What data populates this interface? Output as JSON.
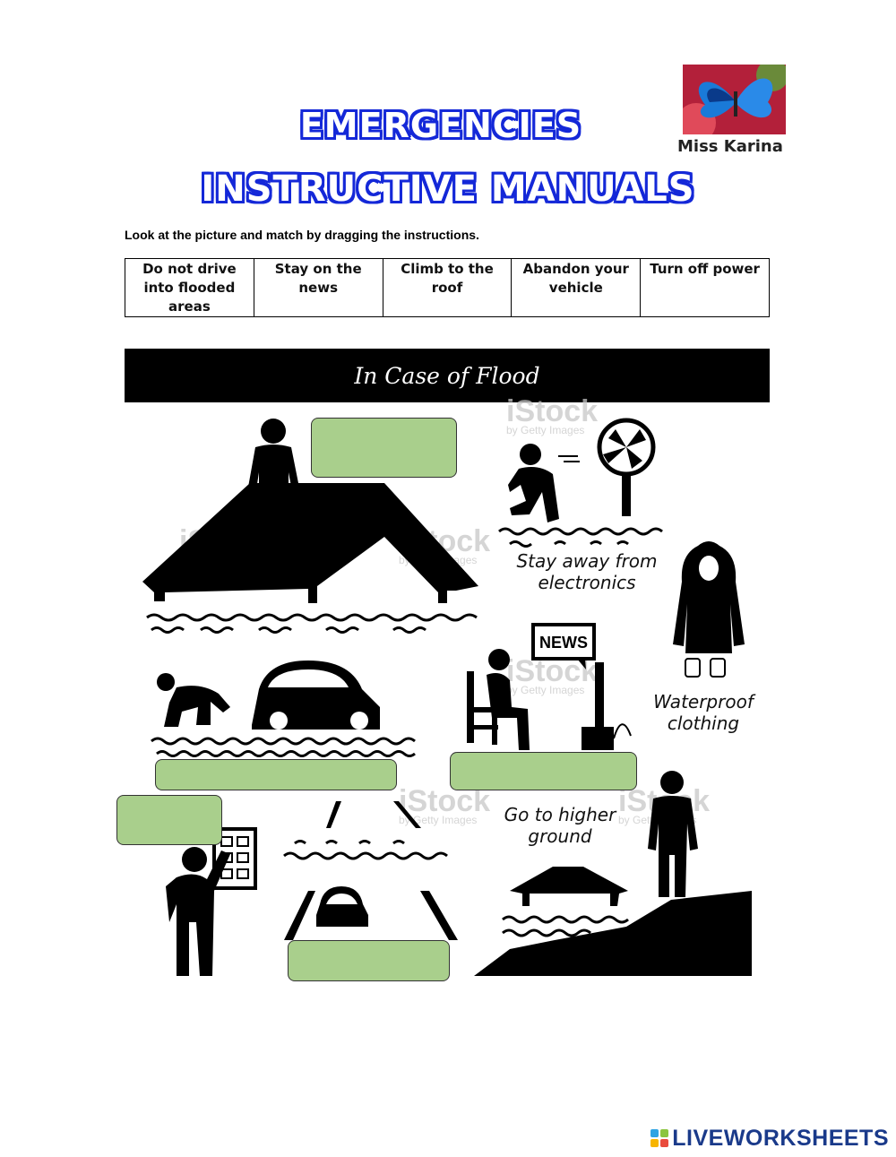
{
  "title": {
    "line1": "EMERGENCIES",
    "line2": "INSTRUCTIVE MANUALS"
  },
  "author": {
    "name": "Miss Karina"
  },
  "instruction": "Look at the picture and match by dragging the instructions.",
  "word_bank": [
    "Do not drive into flooded areas",
    "Stay on the news",
    "Climb to the roof",
    "Abandon your vehicle",
    "Turn off power"
  ],
  "panel": {
    "header": "In Case of Flood",
    "captions": {
      "electronics": "Stay away from electronics",
      "clothing": "Waterproof clothing",
      "higher_ground": "Go to higher ground"
    },
    "watermark": {
      "brand": "iStock",
      "sub": "by Getty Images"
    },
    "tv_label": "NEWS"
  },
  "footer": {
    "brand": "LIVEWORKSHEETS"
  },
  "colors": {
    "title_outline": "#1428d8",
    "drop_zone": "#a9cf8c",
    "footer_text": "#1a3a8a"
  }
}
